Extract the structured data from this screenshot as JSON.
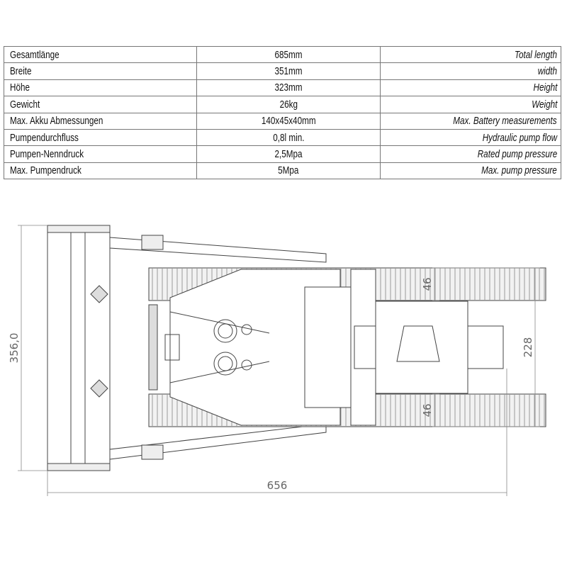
{
  "specs": {
    "rows": [
      {
        "de": "Gesamtlänge",
        "value": "685mm",
        "en": "Total length"
      },
      {
        "de": "Breite",
        "value": "351mm",
        "en": "width"
      },
      {
        "de": "Höhe",
        "value": "323mm",
        "en": "Height"
      },
      {
        "de": "Gewicht",
        "value": "26kg",
        "en": "Weight"
      },
      {
        "de": "Max. Akku Abmessungen",
        "value": "140x45x40mm",
        "en": "Max. Battery measurements"
      },
      {
        "de": "Pumpendurchfluss",
        "value": "0,8l min.",
        "en": "Hydraulic pump flow"
      },
      {
        "de": "Pumpen-Nenndruck",
        "value": "2,5Mpa",
        "en": "Rated pump pressure"
      },
      {
        "de": "Max. Pumpendruck",
        "value": "5Mpa",
        "en": "Max. pump pressure"
      }
    ]
  },
  "drawing": {
    "dim_height": "356,0",
    "dim_length": "656",
    "dim_track_width": "228",
    "dim_track_top": "46",
    "dim_track_bottom": "46"
  }
}
